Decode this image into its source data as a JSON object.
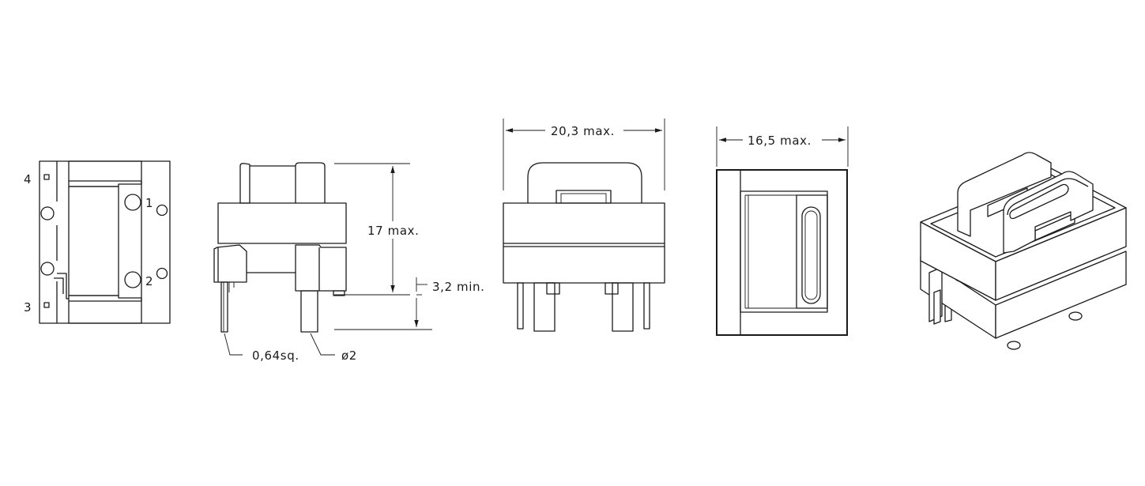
{
  "pin_labels": {
    "pin1": "1",
    "pin2": "2",
    "pin3": "3",
    "pin4": "4"
  },
  "dimensions": {
    "height": "17 max.",
    "pin_length": "3,2 min.",
    "width_front": "20,3 max.",
    "width_side": "16,5 max.",
    "pin_square": "0,64sq.",
    "pin_diameter": "ø2"
  },
  "colors": {
    "line": "#1a1a1a",
    "background": "#ffffff"
  }
}
